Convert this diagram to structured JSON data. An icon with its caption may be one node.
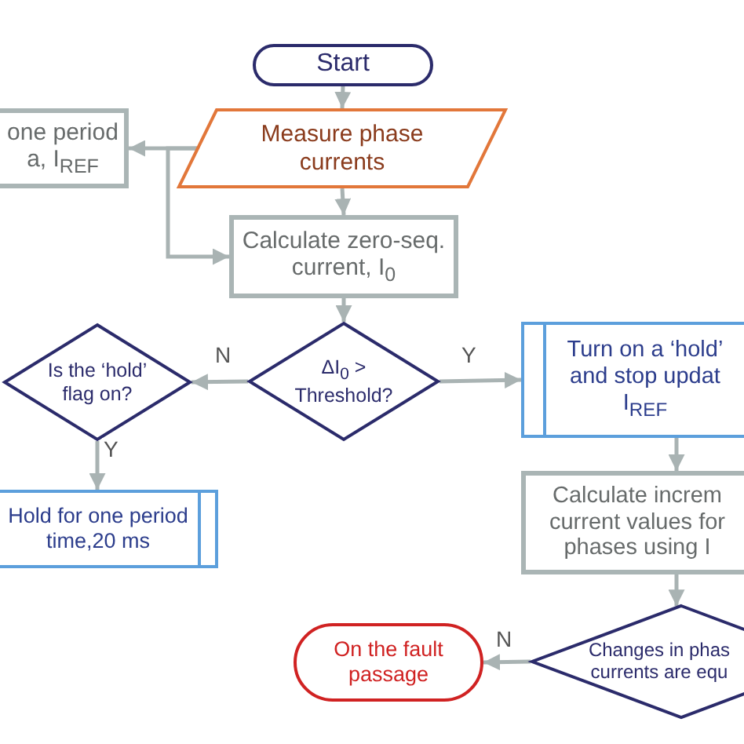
{
  "diagram": {
    "nodes": [
      {
        "text": [
          "Start"
        ]
      },
      {
        "text": [
          "one period a, I$_{REF}$"
        ]
      },
      {
        "text": [
          "Measure phase currents"
        ]
      },
      {
        "text": [
          "Calculate zero-seq. current, I$_{0}$"
        ]
      },
      {
        "text": [
          "Is the ‘hold’ flag on?"
        ]
      },
      {
        "text": [
          "ΔI$_{0}$ > Threshold?"
        ]
      },
      {
        "text": [
          "Turn on a ‘hold’ and stop updat I$_{REF}$"
        ]
      },
      {
        "text": [
          "Hold for one period time,20 ms"
        ]
      },
      {
        "text": [
          "Calculate increm current values for phases using I"
        ]
      },
      {
        "text": [
          "On the fault passage"
        ]
      },
      {
        "text": [
          "Changes in phas currents are equ"
        ]
      }
    ],
    "edges": [
      {
        "from": 0,
        "to": 2,
        "arrow": "to"
      },
      {
        "from": 2,
        "to": 1,
        "arrow": "to"
      },
      {
        "from": 2,
        "to": 3,
        "arrow": "to"
      },
      {
        "from": 2,
        "to": 3,
        "arrow": "to"
      },
      {
        "from": 3,
        "to": 5,
        "arrow": "to"
      },
      {
        "from": 5,
        "to": 4,
        "arrow": "to",
        "label": "N"
      },
      {
        "from": 4,
        "to": 7,
        "arrow": "to",
        "label": "Y"
      },
      {
        "from": 5,
        "to": 6,
        "arrow": "to",
        "label": "Y"
      },
      {
        "from": 6,
        "to": 8,
        "arrow": "to"
      },
      {
        "from": 8,
        "to": 10,
        "arrow": "to"
      },
      {
        "from": 10,
        "to": 9,
        "arrow": "to",
        "label": "N"
      }
    ]
  }
}
